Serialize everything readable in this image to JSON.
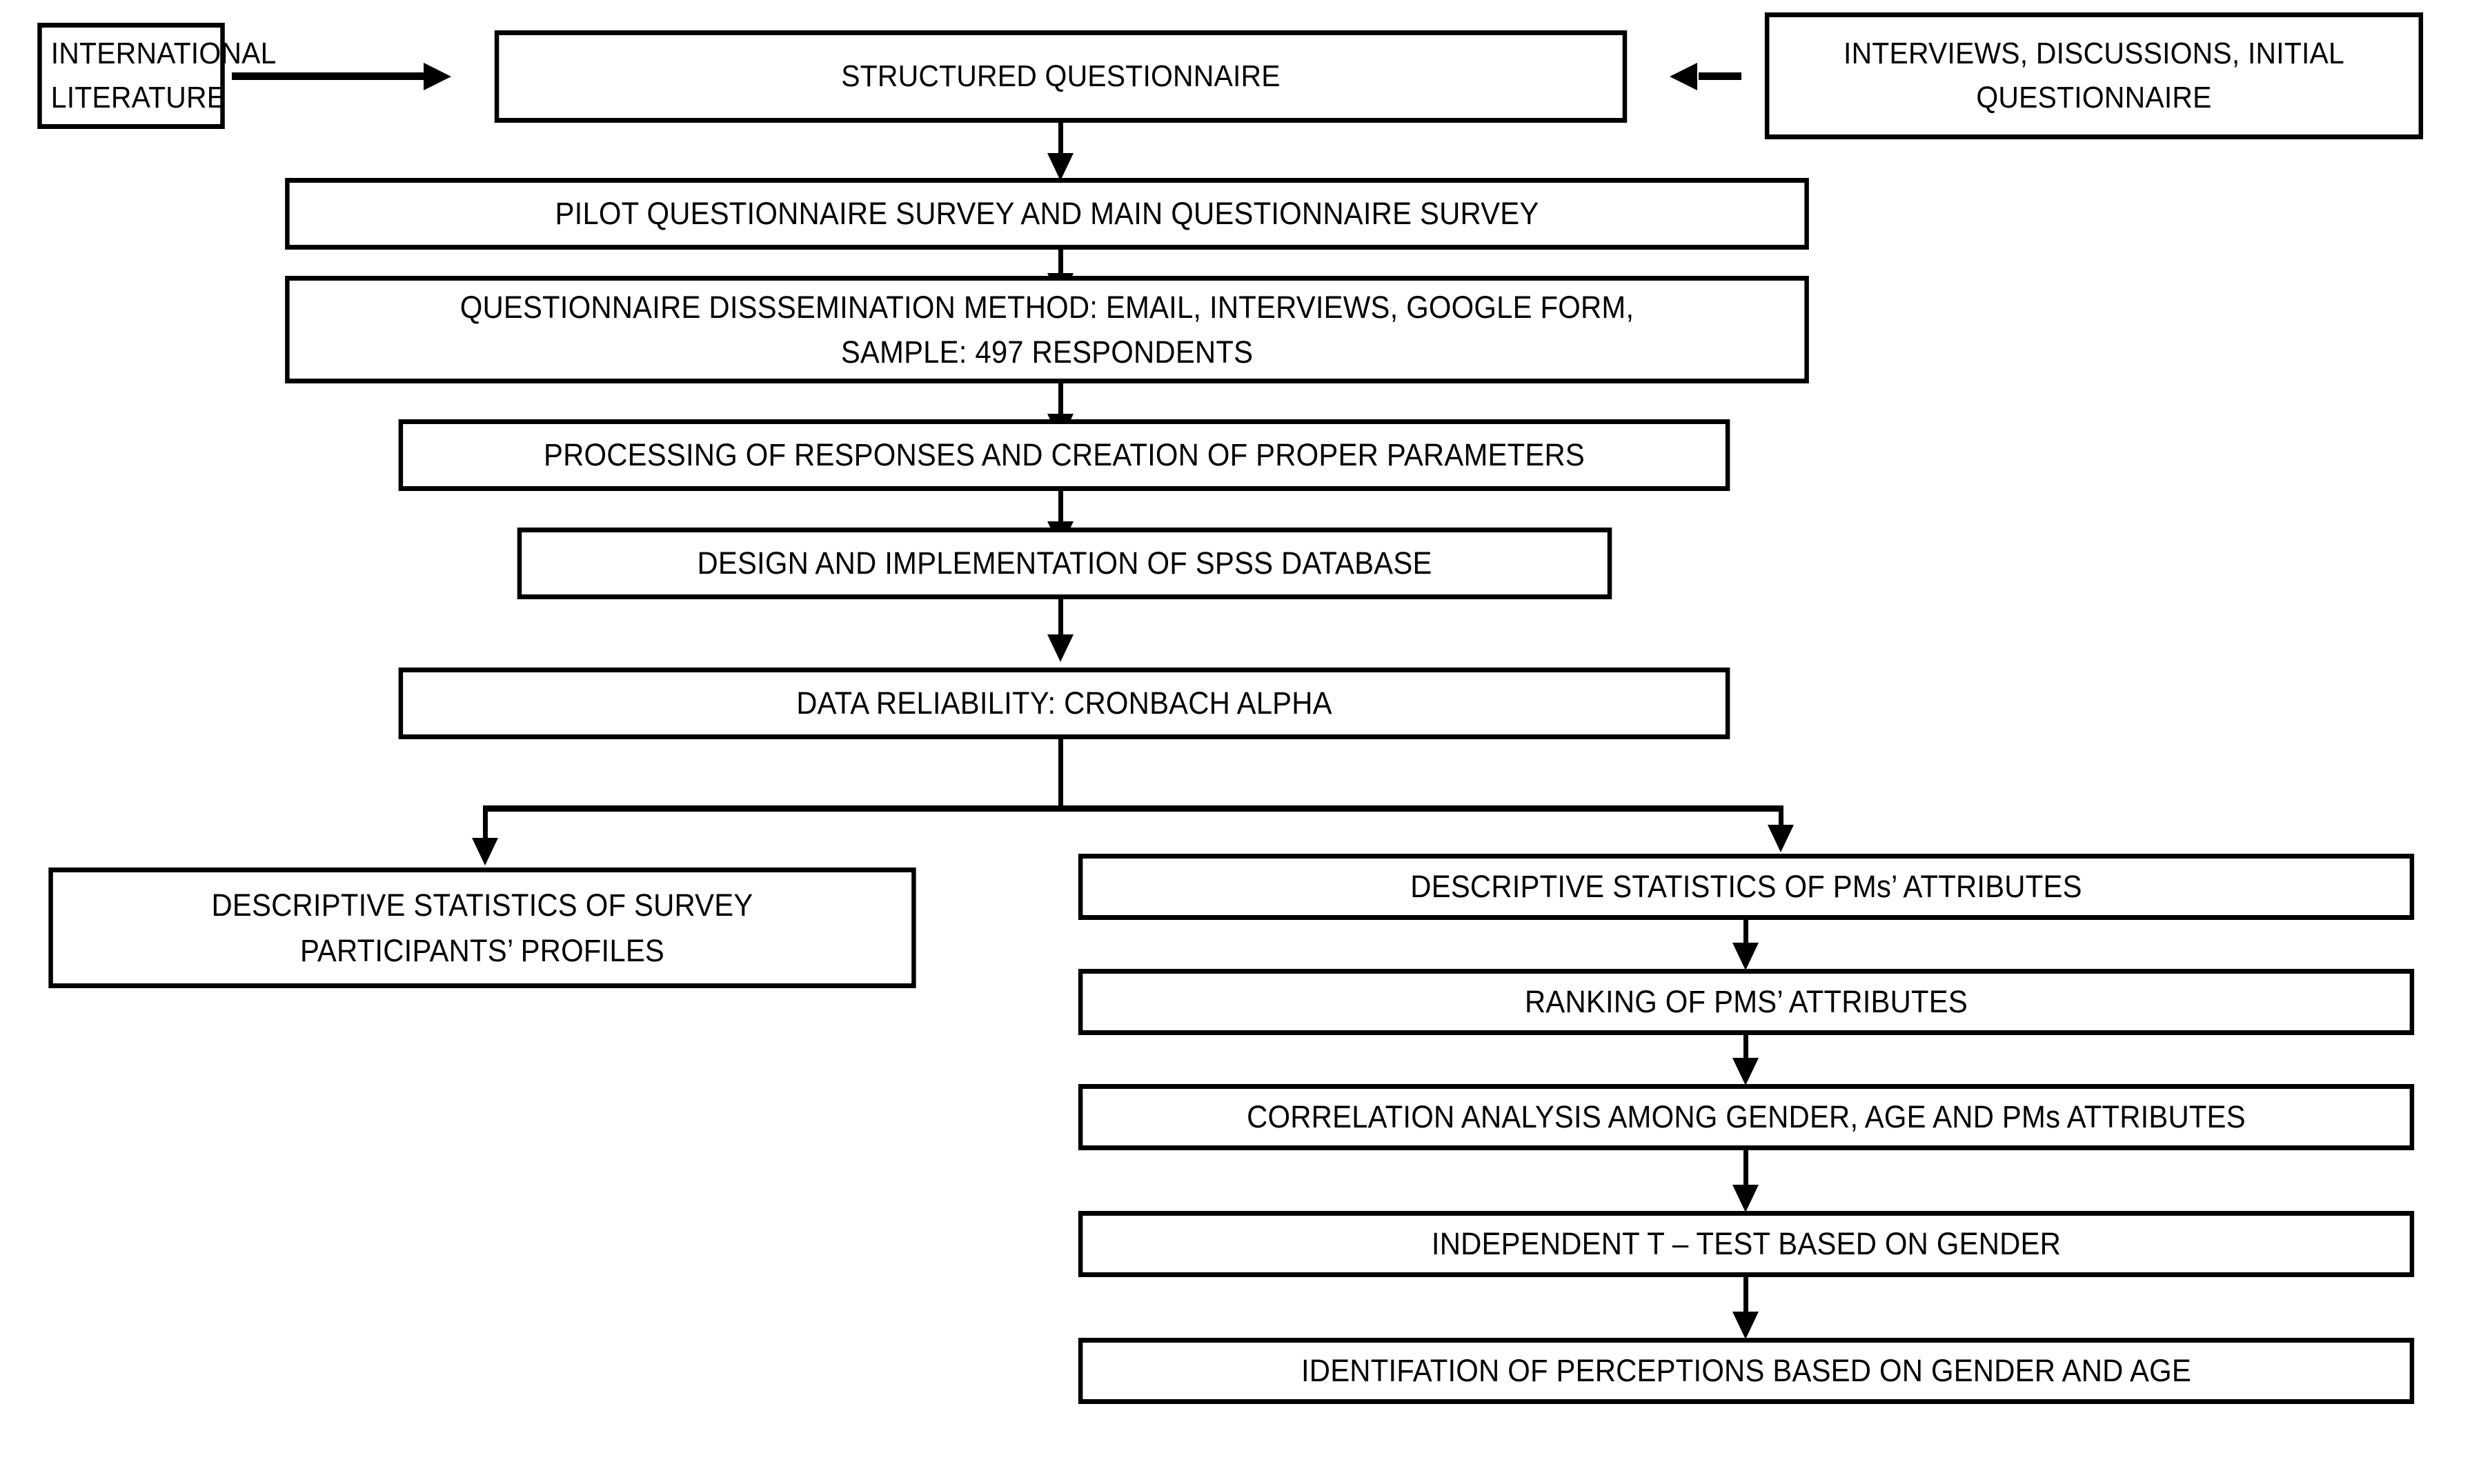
{
  "diagram": {
    "title": "Research methodology flowchart",
    "colors": {
      "stroke": "#000000",
      "fill": "#FFFFFF",
      "text": "#000000"
    },
    "nodes": {
      "international_literature": "INTERNATIONAL\nLITERATURE",
      "structured_questionnaire": "STRUCTURED QUESTIONNAIRE",
      "interviews_discussions": "INTERVIEWS, DISCUSSIONS, INITIAL\nQUESTIONNAIRE",
      "pilot_and_main_survey": "PILOT QUESTIONNAIRE SURVEY AND MAIN QUESTIONNAIRE SURVEY",
      "dissemination_method": "QUESTIONNAIRE DISSSEMINATION METHOD: EMAIL, INTERVIEWS, GOOGLE FORM,\nSAMPLE: 497 RESPONDENTS",
      "processing_responses": "PROCESSING OF RESPONSES AND CREATION OF PROPER PARAMETERS",
      "spss_database": "DESIGN AND IMPLEMENTATION OF SPSS DATABASE",
      "data_reliability": "DATA RELIABILITY: CRONBACH ALPHA",
      "descriptive_profiles": "DESCRIPTIVE STATISTICS OF SURVEY\nPARTICIPANTS’ PROFILES",
      "descriptive_pms": "DESCRIPTIVE STATISTICS OF PMs’ ATTRIBUTES",
      "ranking_pms": "RANKING OF PMS’ ATTRIBUTES",
      "correlation_analysis": "CORRELATION ANALYSIS AMONG GENDER, AGE AND PMs ATTRIBUTES",
      "independent_t_test": "INDEPENDENT T – TEST BASED ON GENDER",
      "identification_perceptions": "IDENTIFATION OF PERCEPTIONS BASED ON GENDER AND AGE"
    },
    "connectors": [
      "literature-to-questionnaire",
      "interviews-to-questionnaire",
      "questionnaire-to-pilot",
      "pilot-to-dissemination",
      "dissemination-to-processing",
      "processing-to-spss",
      "spss-to-reliability",
      "reliability-split",
      "split-to-profiles",
      "split-to-descriptive-pms",
      "descriptive-to-ranking",
      "ranking-to-correlation",
      "correlation-to-ttest",
      "ttest-to-identification"
    ]
  }
}
